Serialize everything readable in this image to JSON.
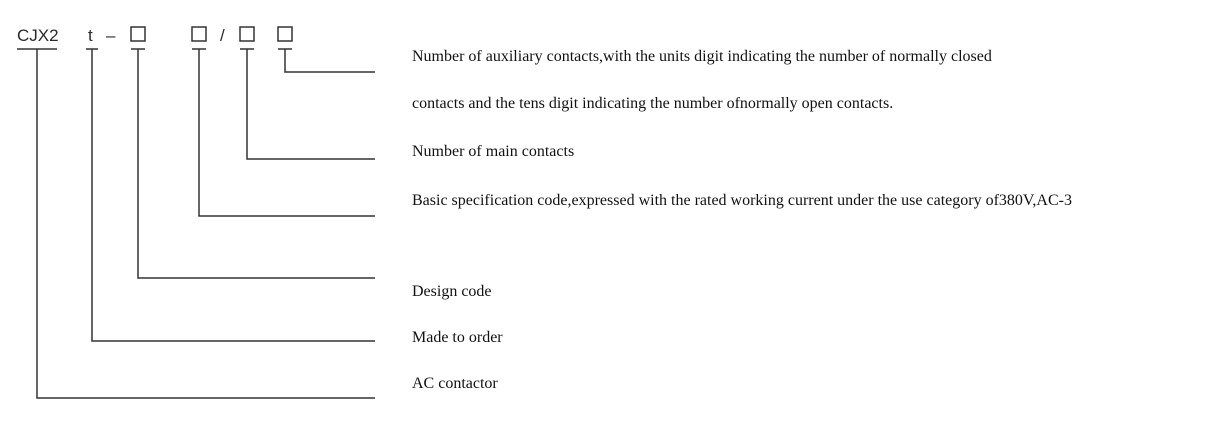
{
  "model_code": {
    "prefix": "CJX2",
    "suffix": "t",
    "dash": "–",
    "slash": "/"
  },
  "descriptions": {
    "aux_contacts_line1": "Number of auxiliary contacts,with the units digit indicating the number of normally closed",
    "aux_contacts_line2": "contacts and the tens digit indicating the number ofnormally open contacts.",
    "main_contacts": "Number of main contacts",
    "basic_spec": "Basic specification code,expressed with the rated working current under the use category of380V,AC-3",
    "design_code": "Design code",
    "made_to_order": "Made to order",
    "ac_contactor": "AC contactor"
  }
}
